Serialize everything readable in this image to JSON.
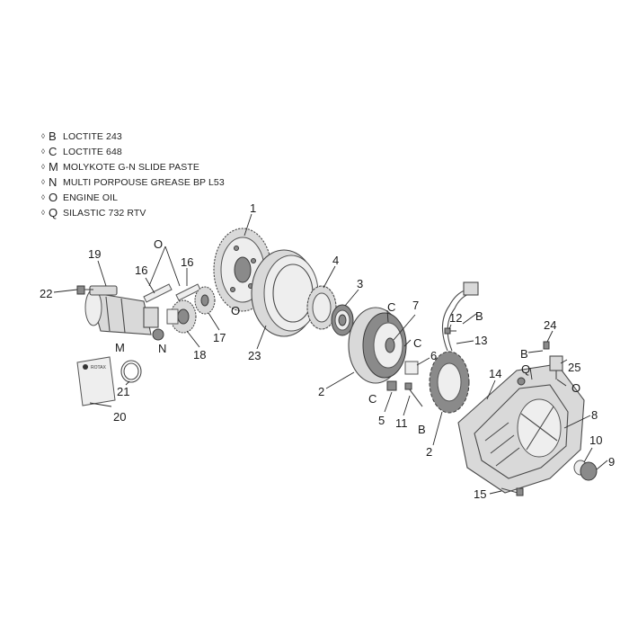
{
  "legend": [
    {
      "bullet": "◊",
      "letter": "B",
      "text": "LOCTITE 243"
    },
    {
      "bullet": "◊",
      "letter": "C",
      "text": "LOCTITE 648"
    },
    {
      "bullet": "◊",
      "letter": "M",
      "text": "MOLYKOTE G-N SLIDE PASTE"
    },
    {
      "bullet": "◊",
      "letter": "N",
      "text": "MULTI PORPOUSE GREASE BP L53"
    },
    {
      "bullet": "◊",
      "letter": "O",
      "text": "ENGINE OIL"
    },
    {
      "bullet": "◊",
      "letter": "Q",
      "text": "SILASTIC 732 RTV"
    }
  ],
  "callouts": {
    "c1": "1",
    "c2a": "2",
    "c2b": "2",
    "c3": "3",
    "c4": "4",
    "c5": "5",
    "c6": "6",
    "c7": "7",
    "c8": "8",
    "c9": "9",
    "c10": "10",
    "c11": "11",
    "c12": "12",
    "c13": "13",
    "c14": "14",
    "c15": "15",
    "c16a": "16",
    "c16b": "16",
    "c17": "17",
    "c18": "18",
    "c19": "19",
    "c20": "20",
    "c21": "21",
    "c22": "22",
    "c23": "23",
    "c24": "24",
    "c25": "25",
    "mB1": "B",
    "mB2": "B",
    "mB3": "B",
    "mC1": "C",
    "mC2": "C",
    "mC3": "C",
    "mO1": "O",
    "mO2": "O",
    "mO3": "O",
    "mM": "M",
    "mN": "N",
    "mQ": "Q"
  },
  "manual_cover_text": "ROTAX"
}
